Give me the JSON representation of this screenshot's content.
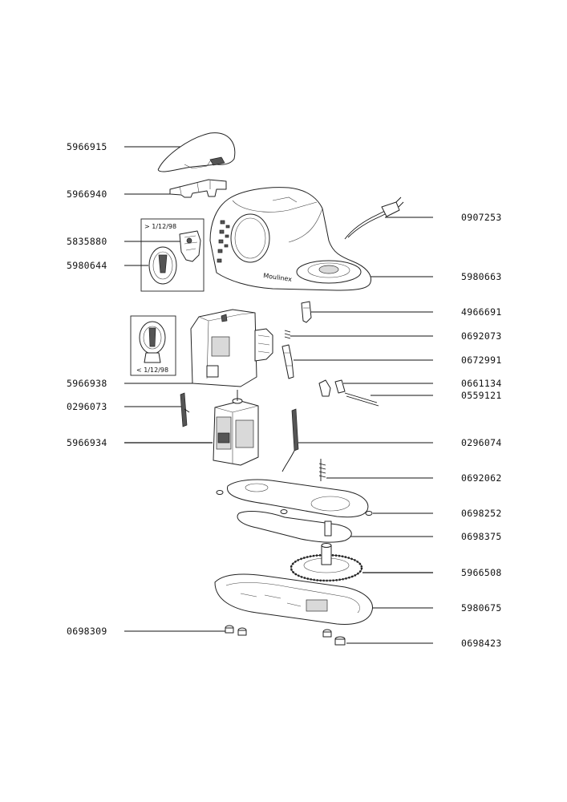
{
  "parts": {
    "p5966915": "5966915",
    "p5966940": "5966940",
    "p5835880": "5835880",
    "p5980644": "5980644",
    "p5966938": "5966938",
    "p0296073": "0296073",
    "p5966934": "5966934",
    "p0698309": "0698309",
    "p0907253": "0907253",
    "p5980663": "5980663",
    "p4966691": "4966691",
    "p0692073": "0692073",
    "p0672991": "0672991",
    "p0661134": "0661134",
    "p0559121": "0559121",
    "p0296074": "0296074",
    "p0692062": "0692062",
    "p0698252": "0698252",
    "p0698375": "0698375",
    "p5966508": "5966508",
    "p5980675": "5980675",
    "p0698423": "0698423"
  },
  "insets": {
    "after_date": "> 1/12/98",
    "before_date": "< 1/12/98"
  },
  "brand": "Moulinex"
}
